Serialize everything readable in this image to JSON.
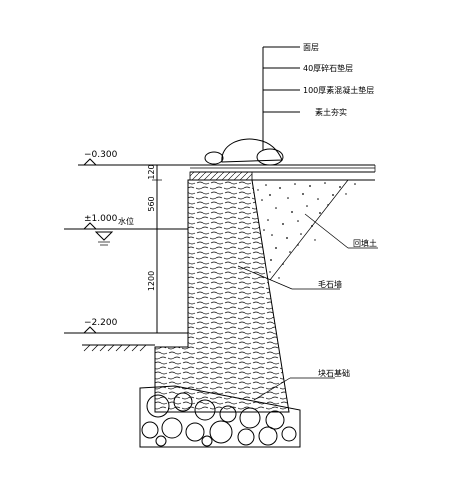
{
  "layers": [
    {
      "label": "面层"
    },
    {
      "label": "40厚碎石垫层"
    },
    {
      "label": "100厚素混凝土垫层"
    },
    {
      "label": "素土夯实"
    }
  ],
  "elevations": [
    {
      "value": "−0.300"
    },
    {
      "value": "±1.000"
    },
    {
      "value": "−2.200"
    }
  ],
  "water_level_label": "水位",
  "dimensions": [
    "120",
    "560",
    "1200"
  ],
  "callouts": {
    "backfill": "回填土",
    "wall": "毛石墙",
    "foundation": "块石基础"
  }
}
